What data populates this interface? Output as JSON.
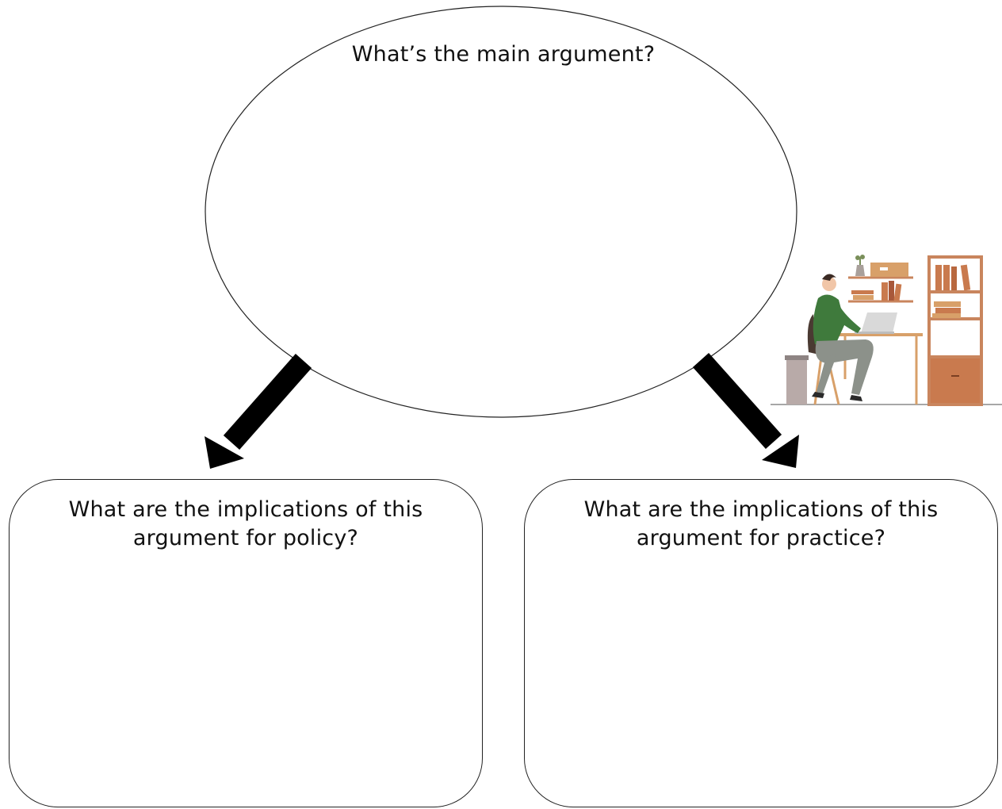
{
  "diagram": {
    "main_question": "What’s the main argument?",
    "policy_question": "What are the implications of this argument for policy?",
    "practice_question": "What are the implications of this argument for practice?"
  },
  "illustration": {
    "subject": "person working at laptop at desk with bookshelves"
  },
  "colors": {
    "outline": "#222222",
    "arrow": "#000000",
    "shirt": "#3f7a3c",
    "pants": "#8c918a",
    "shelf_wood": "#c9855d",
    "books": "#c97a4e",
    "bin": "#b8aaa8"
  }
}
